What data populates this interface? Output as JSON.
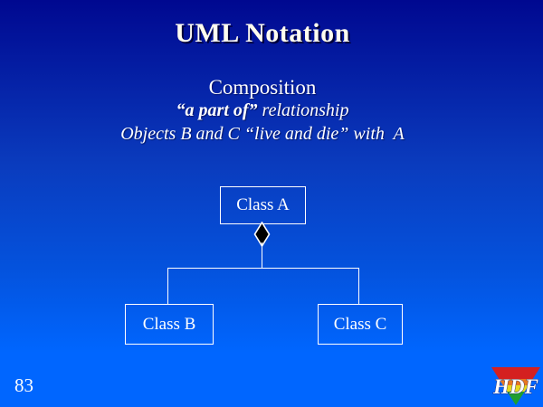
{
  "slide": {
    "title": "UML Notation",
    "subtitle": "Composition",
    "line2_bold": "“a part of”",
    "line2_rest": " relationship",
    "line3": "Objects B and C “live and die” with  A",
    "page_number": "83"
  },
  "diagram": {
    "type": "uml-composition",
    "parent_class": "Class A",
    "child_classes": [
      "Class B",
      "Class C"
    ],
    "class_a_label": "Class A",
    "class_b_label": "Class B",
    "class_c_label": "Class C",
    "composition_symbol": "filled-diamond"
  },
  "logo": {
    "text": "HDF",
    "stripe_colors": [
      "#d42020",
      "#e87820",
      "#e8d820",
      "#1f9e30"
    ]
  },
  "colors": {
    "background_top": "#000890",
    "background_bottom": "#0066ff",
    "title_text": "#fffdef",
    "body_text": "#ffffff",
    "box_border": "#ffffff"
  }
}
